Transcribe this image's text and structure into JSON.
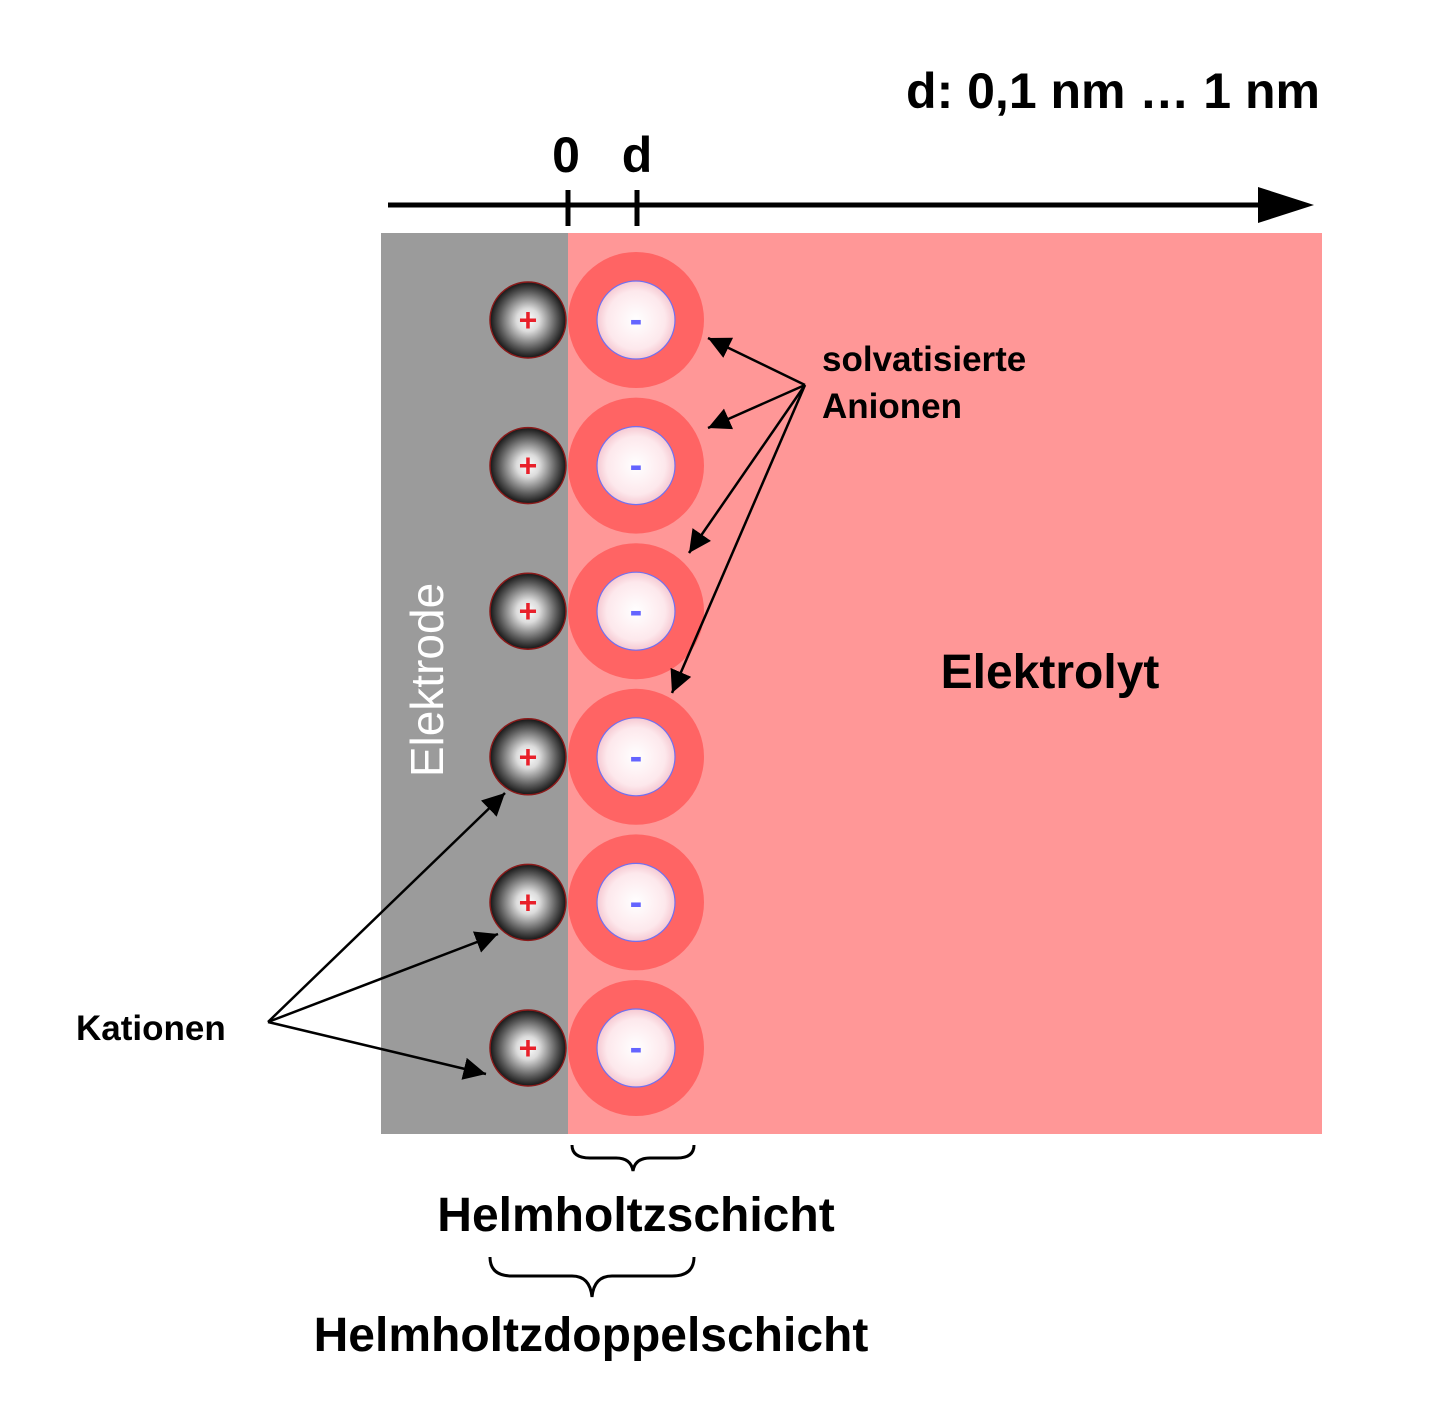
{
  "range_label": "d: 0,1 nm … 1 nm",
  "axis": {
    "origin_label": "0",
    "d_label": "d"
  },
  "electrode_label": "Elektrode",
  "electrolyte_label": "Elektrolyt",
  "anion_callout": {
    "line1": "solvatisierte",
    "line2": "Anionen"
  },
  "cation_callout": "Kationen",
  "cation_sign": "+",
  "anion_sign": "-",
  "ion_count": 6,
  "helmholtz_layer_label": "Helmholtzschicht",
  "double_layer_label": "Helmholtzdoppelschicht",
  "colors": {
    "electrode": "#9b9b9b",
    "electrolyte": "#ff9797",
    "solvation_shell": "#ff6464",
    "anion_core": "#fde8ec",
    "anion_sign": "#6464ff",
    "cation_sign": "#e8202a",
    "ink": "#000000"
  }
}
